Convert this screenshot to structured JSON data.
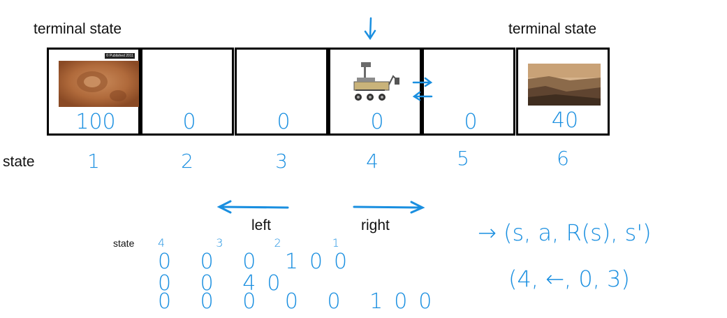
{
  "labels": {
    "terminal_left": "terminal state",
    "terminal_right": "terminal state",
    "state": "state",
    "left": "left",
    "right": "right",
    "small_state": "state",
    "badge": "© Published 2011"
  },
  "cells": [
    {
      "state": "1",
      "reward": "100"
    },
    {
      "state": "2",
      "reward": "0"
    },
    {
      "state": "3",
      "reward": "0"
    },
    {
      "state": "4",
      "reward": "0"
    },
    {
      "state": "5",
      "reward": "0"
    },
    {
      "state": "6",
      "reward": "40"
    }
  ],
  "sequence": {
    "header": "4 3 2 1",
    "rows": [
      "0 0 0 100",
      "0 0 40",
      "0 0 0 0 0 100"
    ]
  },
  "tuples": {
    "form": "→ (s, a, R(s), s')",
    "example": "(4, ←, 0, 3)"
  },
  "colors": {
    "ink": "#1a8fe0",
    "border": "#000000"
  }
}
